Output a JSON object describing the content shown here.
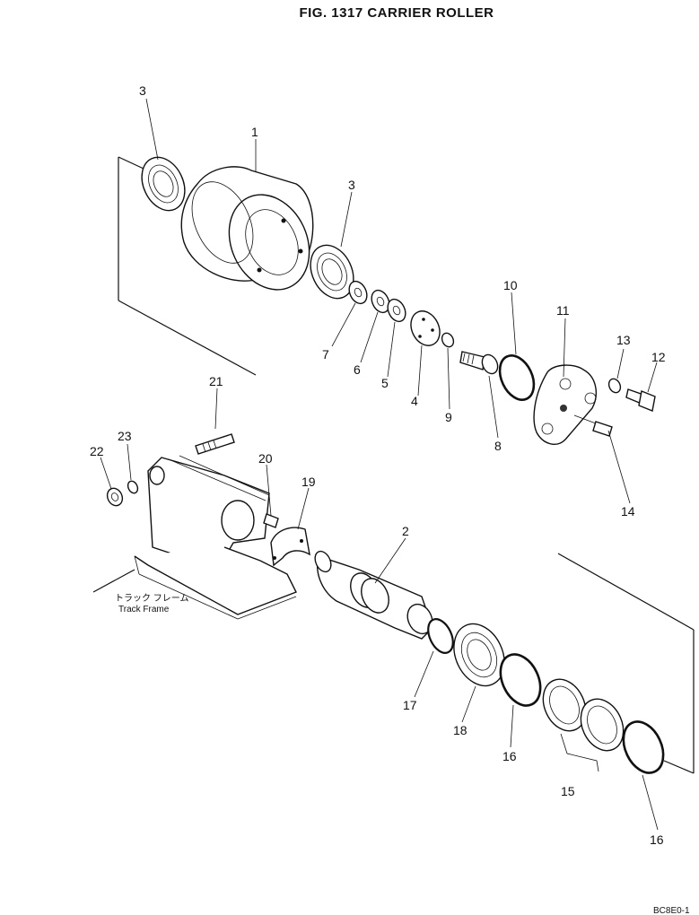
{
  "title": "FIG. 1317  CARRIER ROLLER",
  "callouts": [
    "3",
    "1",
    "3",
    "7",
    "6",
    "5",
    "4",
    "9",
    "8",
    "10",
    "11",
    "13",
    "12",
    "14",
    "21",
    "23",
    "22",
    "20",
    "19",
    "2",
    "17",
    "18",
    "16",
    "15",
    "16"
  ],
  "frame_label_jp": "トラック フレーム",
  "frame_label_en": "Track Frame",
  "drawing_code": "BC8E0-1"
}
